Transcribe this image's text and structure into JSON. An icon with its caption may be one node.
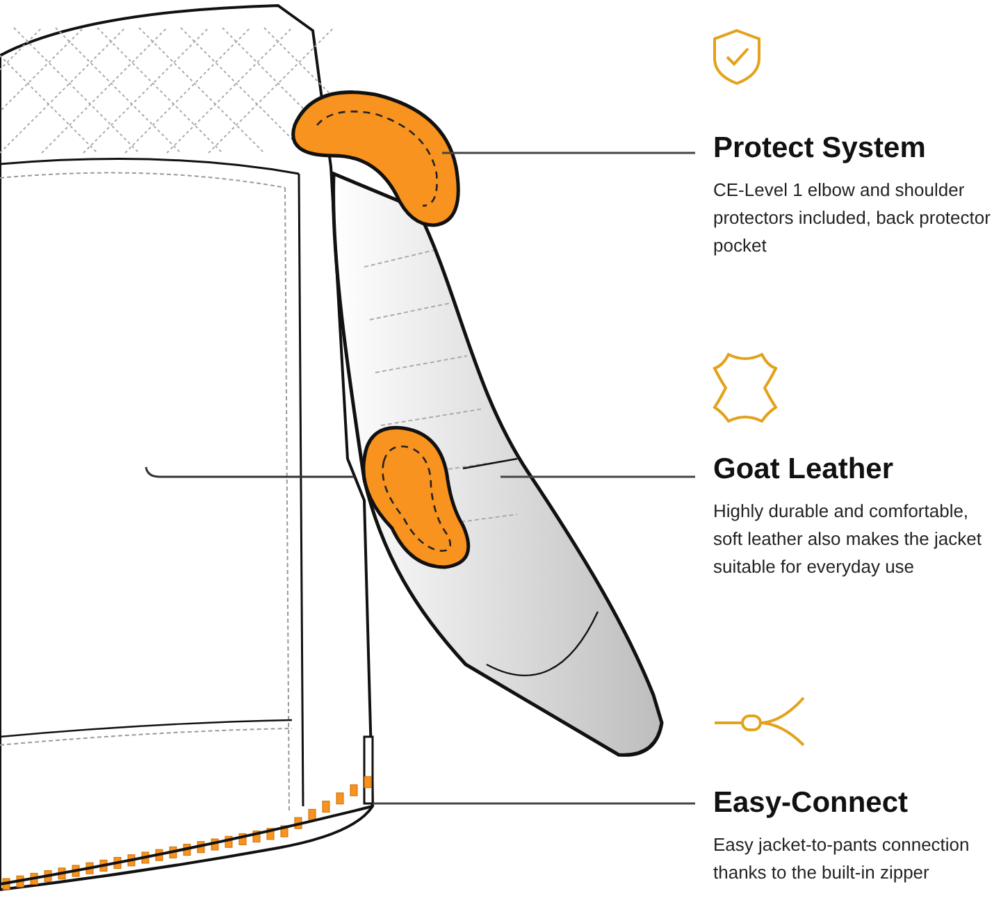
{
  "diagram": {
    "nodes": [
      {
        "text": [
          "Protect System",
          "CE-Level 1 elbow and shoulder protectors included, back protector pocket"
        ]
      },
      {
        "text": [],
        "shape": "picture"
      },
      {
        "text": [
          "Goat Leather",
          "Highly durable and comfortable, soft leather also makes the jacket suitable for everyday use"
        ]
      },
      {
        "text": [],
        "shape": "picture"
      },
      {
        "text": [
          "Easy-Connect",
          "Easy jacket-to-pants connection thanks to the built-in zipper"
        ]
      },
      {
        "text": [],
        "shape": "picture"
      }
    ],
    "edges": [
      {
        "from": 0,
        "to": 1,
        "arrow": "none"
      },
      {
        "from": 2,
        "to": 3,
        "arrow": "none"
      },
      {
        "from": 4,
        "to": 5,
        "arrow": "none"
      }
    ]
  }
}
